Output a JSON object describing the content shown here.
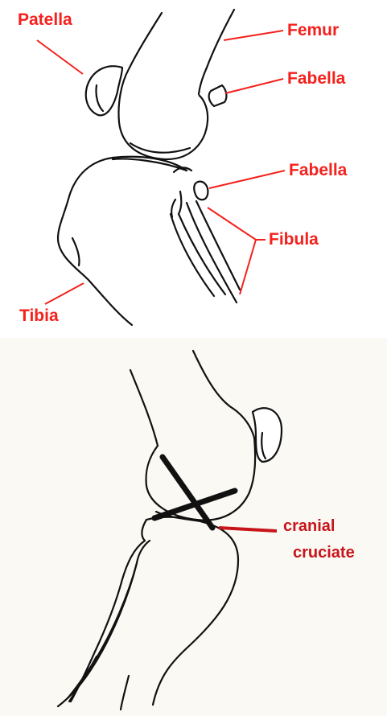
{
  "top_figure": {
    "labels": {
      "patella": "Patella",
      "femur": "Femur",
      "fabella_upper": "Fabella",
      "fabella_lower": "Fabella",
      "fibula": "Fibula",
      "tibia": "Tibia"
    }
  },
  "bottom_figure": {
    "labels": {
      "cranial": "cranial",
      "cruciate": "cruciate"
    }
  },
  "colors": {
    "label_red": "#f4211d",
    "label_dark_red": "#c8141b",
    "line": "#111111"
  }
}
